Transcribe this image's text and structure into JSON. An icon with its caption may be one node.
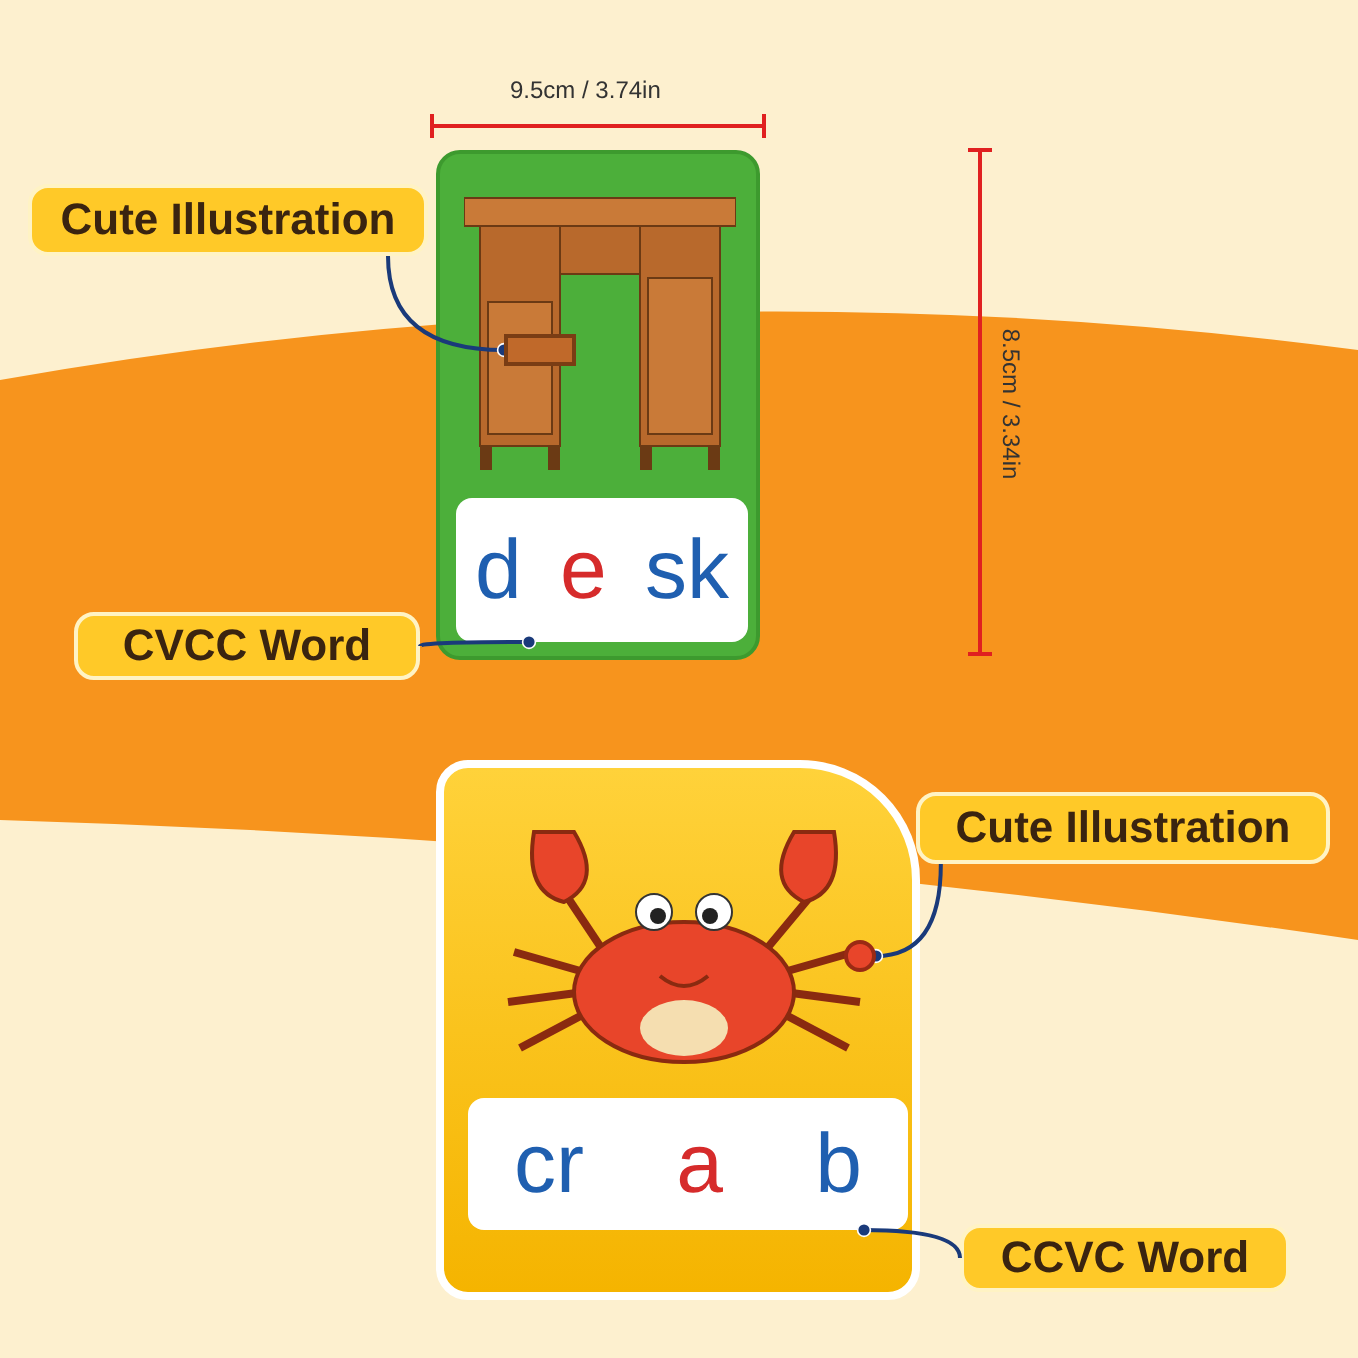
{
  "diagram": {
    "nodes": [
      {
        "text": [
          "Cute Illustration"
        ]
      },
      {
        "text": [],
        "shape": "box"
      },
      {
        "text": [],
        "shape": "box",
        "in": 1
      },
      {
        "text": [
          "d",
          "e",
          "sk"
        ],
        "in": 1
      },
      {
        "text": [
          "CVCC Word"
        ]
      },
      {
        "text": [],
        "shape": "box"
      },
      {
        "text": [],
        "shape": "circle",
        "in": 5
      },
      {
        "text": [
          "Cute Illustration"
        ]
      },
      {
        "text": [
          "cr",
          "a",
          "b"
        ],
        "in": 5
      },
      {
        "text": [
          "CCVC Word"
        ]
      }
    ],
    "edges": [
      {
        "from": 0,
        "to": 2,
        "arrow": "other"
      },
      {
        "from": 4,
        "to": 3,
        "arrow": "other"
      },
      {
        "from": 7,
        "to": 6,
        "arrow": "other"
      },
      {
        "from": 9,
        "to": 8,
        "arrow": "other"
      }
    ],
    "labels": [
      "9.5cm / 3.74in",
      "8.5cm / 3.34in"
    ]
  }
}
